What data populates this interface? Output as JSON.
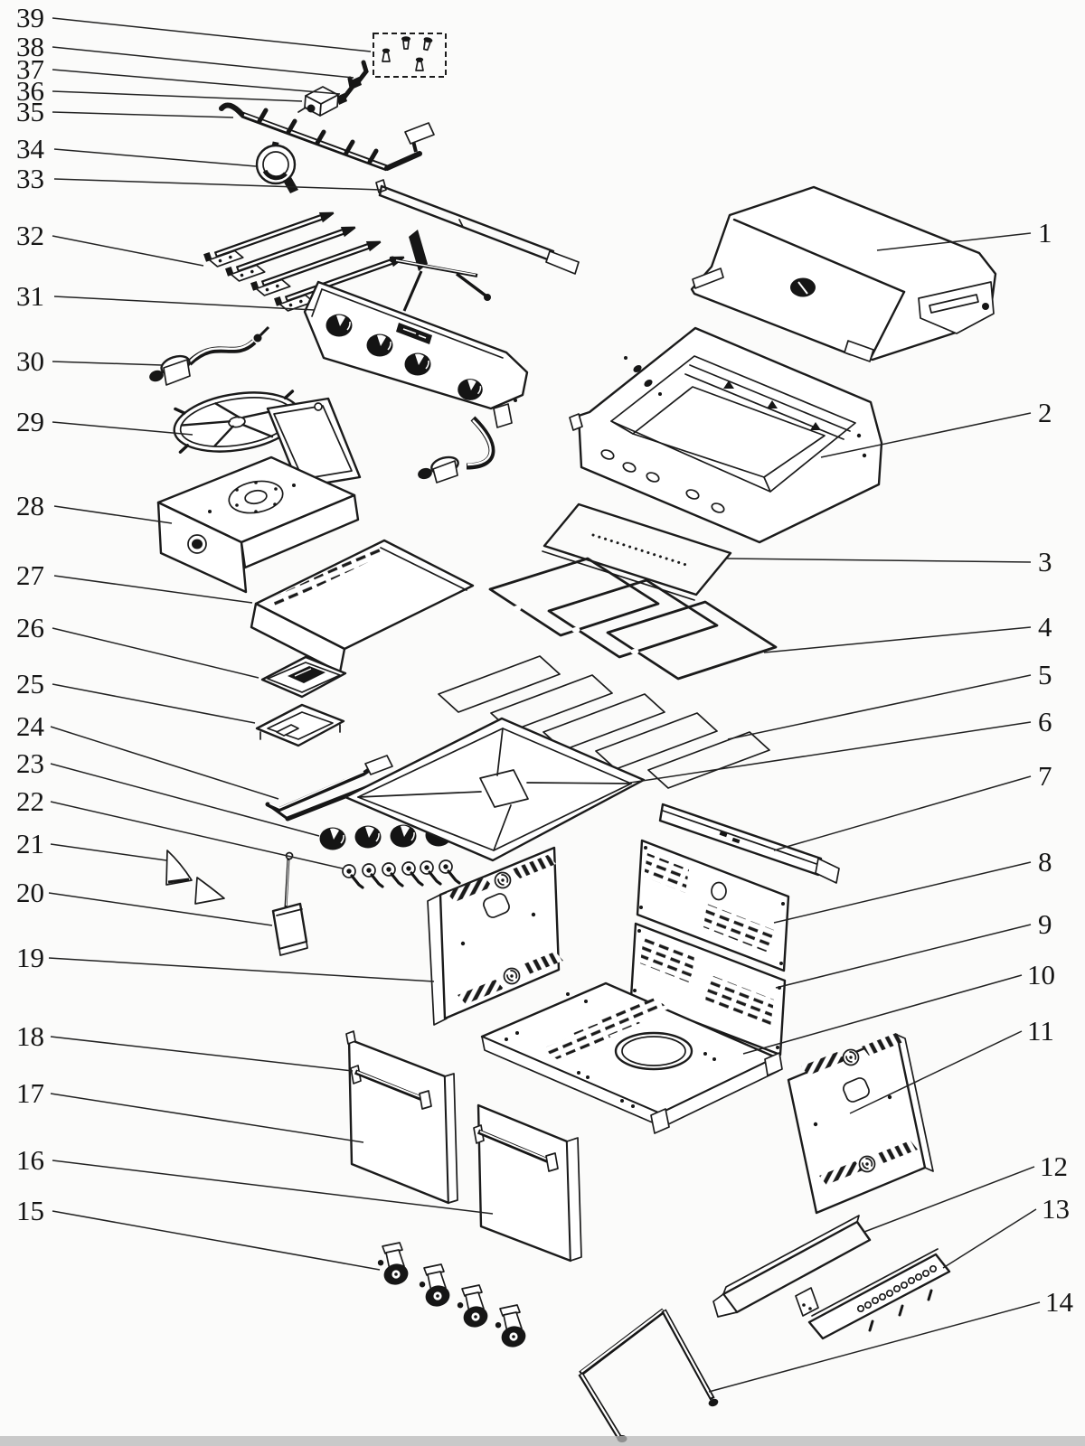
{
  "page": {
    "background": "#fbfbfa",
    "ink": "#1b1b1b",
    "shadow_strip": "#b8b8b8"
  },
  "diagram": {
    "kind": "exploded-parts-diagram",
    "subject": "gas-barbecue-grill",
    "callouts_left": [
      {
        "label": "39",
        "part": "hardware-fasteners-kit"
      },
      {
        "label": "38",
        "part": "electrode-clip"
      },
      {
        "label": "37",
        "part": "igniter-electrode"
      },
      {
        "label": "36",
        "part": "spark-module"
      },
      {
        "label": "35",
        "part": "manifold-pipe-assembly"
      },
      {
        "label": "34",
        "part": "lid-thermometer"
      },
      {
        "label": "33",
        "part": "front-trim-rail"
      },
      {
        "label": "32",
        "part": "burner-venturi-tubes"
      },
      {
        "label": "31",
        "part": "control-panel-assembly"
      },
      {
        "label": "30",
        "part": "gas-hose-regulator"
      },
      {
        "label": "29",
        "part": "side-burner-grate"
      },
      {
        "label": "28",
        "part": "side-burner-assembly"
      },
      {
        "label": "27",
        "part": "side-shelf-panel"
      },
      {
        "label": "26",
        "part": "side-burner-drip-tray"
      },
      {
        "label": "25",
        "part": "side-burner-frame"
      },
      {
        "label": "24",
        "part": "support-bracket-rod"
      },
      {
        "label": "23",
        "part": "control-knobs"
      },
      {
        "label": "22",
        "part": "valve-bezels"
      },
      {
        "label": "21",
        "part": "corner-brackets"
      },
      {
        "label": "20",
        "part": "igniter-button-box"
      },
      {
        "label": "19",
        "part": "left-side-panel"
      },
      {
        "label": "18",
        "part": "door-handle"
      },
      {
        "label": "17",
        "part": "left-cabinet-door"
      },
      {
        "label": "16",
        "part": "right-cabinet-door"
      },
      {
        "label": "15",
        "part": "casters"
      }
    ],
    "callouts_right": [
      {
        "label": "1",
        "part": "grill-lid"
      },
      {
        "label": "2",
        "part": "firebox"
      },
      {
        "label": "3",
        "part": "warming-rack"
      },
      {
        "label": "4",
        "part": "cooking-grates"
      },
      {
        "label": "5",
        "part": "heat-plates"
      },
      {
        "label": "6",
        "part": "grease-pan"
      },
      {
        "label": "7",
        "part": "rear-cross-brace"
      },
      {
        "label": "8",
        "part": "upper-back-panel"
      },
      {
        "label": "9",
        "part": "lower-back-panel"
      },
      {
        "label": "10",
        "part": "cart-bottom-shelf"
      },
      {
        "label": "11",
        "part": "right-side-panel"
      },
      {
        "label": "12",
        "part": "burner-support-rail"
      },
      {
        "label": "13",
        "part": "burner-rail-with-ports"
      },
      {
        "label": "14",
        "part": "stand-frame"
      }
    ]
  }
}
